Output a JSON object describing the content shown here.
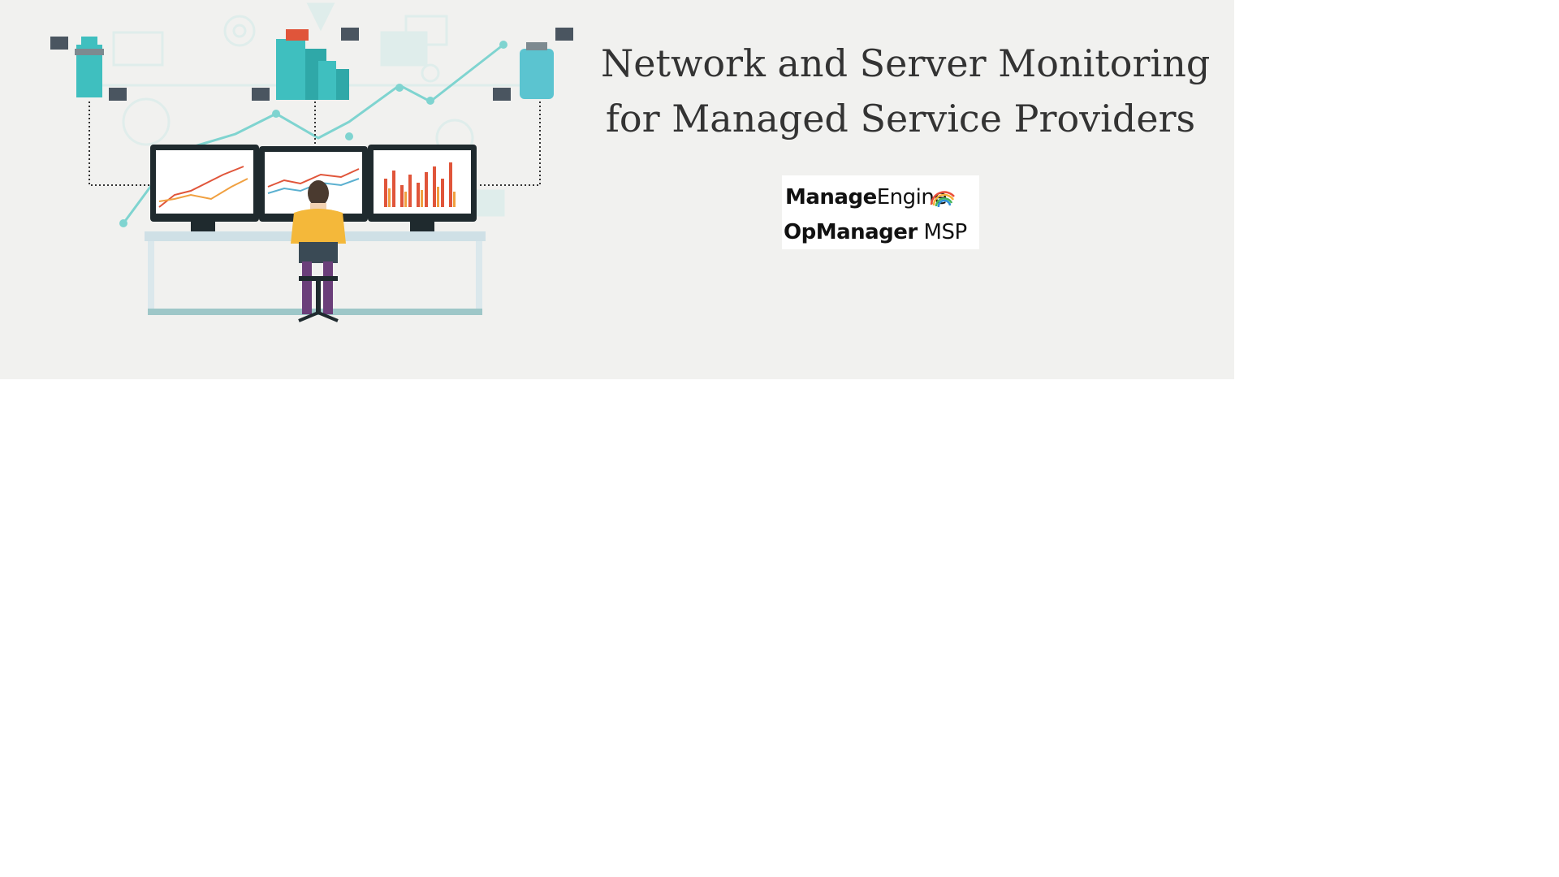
{
  "headline": {
    "line1": "Network and Server Monitoring",
    "line2": "for Managed Service Providers"
  },
  "logo": {
    "brand_bold": "Manage",
    "brand_regular": "Engine",
    "product_bold": "OpManager",
    "product_regular": " MSP"
  },
  "colors": {
    "background": "#f1f1ef",
    "teal": "#3fbfbf",
    "teal_light": "#bfe6e4",
    "dark": "#1f2a2e",
    "shirt": "#f4b83a",
    "pants": "#6b3f7a",
    "chart_red": "#e0553a",
    "chart_orange": "#f0a040"
  },
  "icons": {
    "logo_arc": "rainbow-arc-icon",
    "server": "server-rack-icon",
    "building": "office-building-icon"
  }
}
